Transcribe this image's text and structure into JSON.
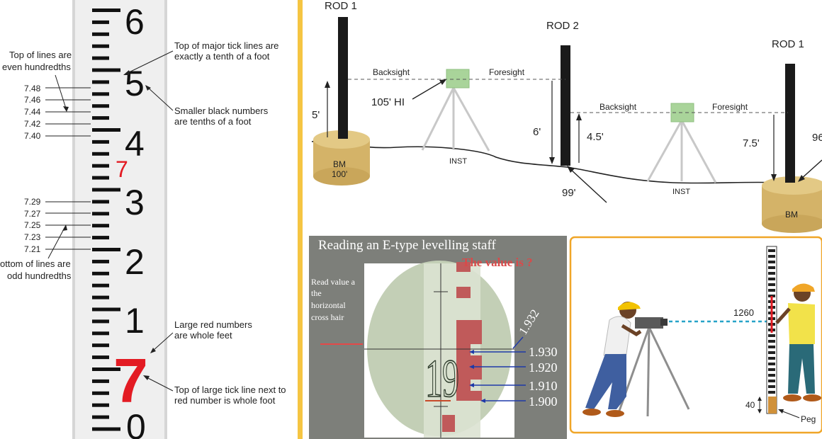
{
  "rod": {
    "big_black_numbers": [
      "6",
      "5",
      "4",
      "3",
      "2",
      "1",
      "0"
    ],
    "red_numbers": [
      "7",
      "7"
    ],
    "left_scale_upper": [
      "7.48",
      "7.46",
      "7.44",
      "7.42",
      "7.40"
    ],
    "left_scale_lower": [
      "7.29",
      "7.27",
      "7.25",
      "7.23",
      "7.21"
    ],
    "annotations": {
      "top_even_line1": "Top of lines are",
      "top_even_line2": "even hundredths",
      "bottom_odd_line1": "ottom of lines are",
      "bottom_odd_line2": "odd hundredths",
      "major_tick_line1": "Top of major tick lines are",
      "major_tick_line2": "exactly a tenth of a foot",
      "smaller_black_line1": "Smaller black numbers",
      "smaller_black_line2": "are tenths of a foot",
      "large_red_line1": "Large red numbers",
      "large_red_line2": "are whole feet",
      "top_large_tick_line1": "Top of large tick line next to",
      "top_large_tick_line2": "red number is whole foot"
    }
  },
  "leveling": {
    "rod1_left": "ROD 1",
    "rod2": "ROD 2",
    "rod1_right": "ROD 1",
    "backsight1": "Backsight",
    "foresight1": "Foresight",
    "hi": "105' HI",
    "five": "5'",
    "six": "6'",
    "four_five": "4.5'",
    "backsight2": "Backsight",
    "foresight2": "Foresight",
    "seven_five": "7.5'",
    "ninety_six": "96",
    "bm_left_line1": "BM",
    "bm_left_line2": "100'",
    "inst1": "INST",
    "ninety_nine": "99'",
    "inst2": "INST",
    "bm_right": "BM"
  },
  "etype": {
    "title": "Reading an E-type levelling staff",
    "question": "The value is ?",
    "read_note_1": "Read value a",
    "read_note_2": "the",
    "read_note_3": "horizontal",
    "read_note_4": "cross hair",
    "staff_digits": "19",
    "diag_value": "1.932",
    "values": [
      "1.930",
      "1.920",
      "1.910",
      "1.900"
    ]
  },
  "surveyor": {
    "reading": "1260",
    "peg_height": "40",
    "peg_label": "Peg"
  },
  "colors": {
    "divider": "#f5c542",
    "red": "#e31b23",
    "rod_black": "#1a1a1a",
    "bm_gold": "#d4b368",
    "blue_value": "#1f3aa8"
  }
}
